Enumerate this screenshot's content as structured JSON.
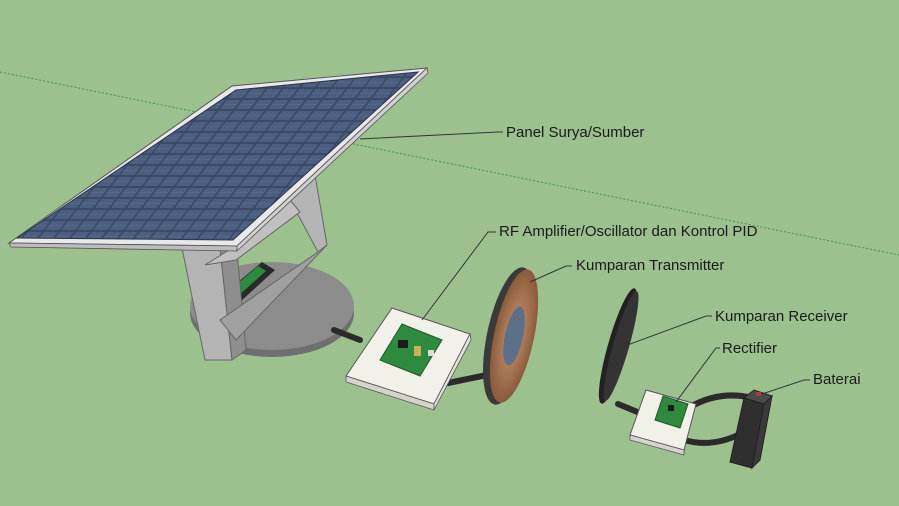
{
  "colors": {
    "background": "#9dc08f",
    "horizon": "#3c9a3c",
    "panel_cell": "#3a4a66",
    "panel_frame": "#e8e8e8",
    "stand": "#a9a9a9",
    "base": "#7f7f7f",
    "board": "#f1f1ea",
    "pcb": "#2e8a3e",
    "transmitter_coil": "#9c6a4a",
    "receiver_coil": "#2f2f2f",
    "cable": "#2b2b2b",
    "battery": "#3a3a3a",
    "leader_line": "#333333"
  },
  "components": [
    {
      "id": "solar_panel",
      "label": "Panel Surya/Sumber",
      "icon": "solar-panel-icon"
    },
    {
      "id": "rf_module",
      "label": "RF Amplifier/Oscillator dan Kontrol PID",
      "icon": "circuit-board-icon"
    },
    {
      "id": "tx_coil",
      "label": "Kumparan Transmitter",
      "icon": "coil-icon"
    },
    {
      "id": "rx_coil",
      "label": "Kumparan Receiver",
      "icon": "coil-icon"
    },
    {
      "id": "rectifier",
      "label": "Rectifier",
      "icon": "circuit-board-icon"
    },
    {
      "id": "battery",
      "label": "Baterai",
      "icon": "battery-icon"
    }
  ]
}
